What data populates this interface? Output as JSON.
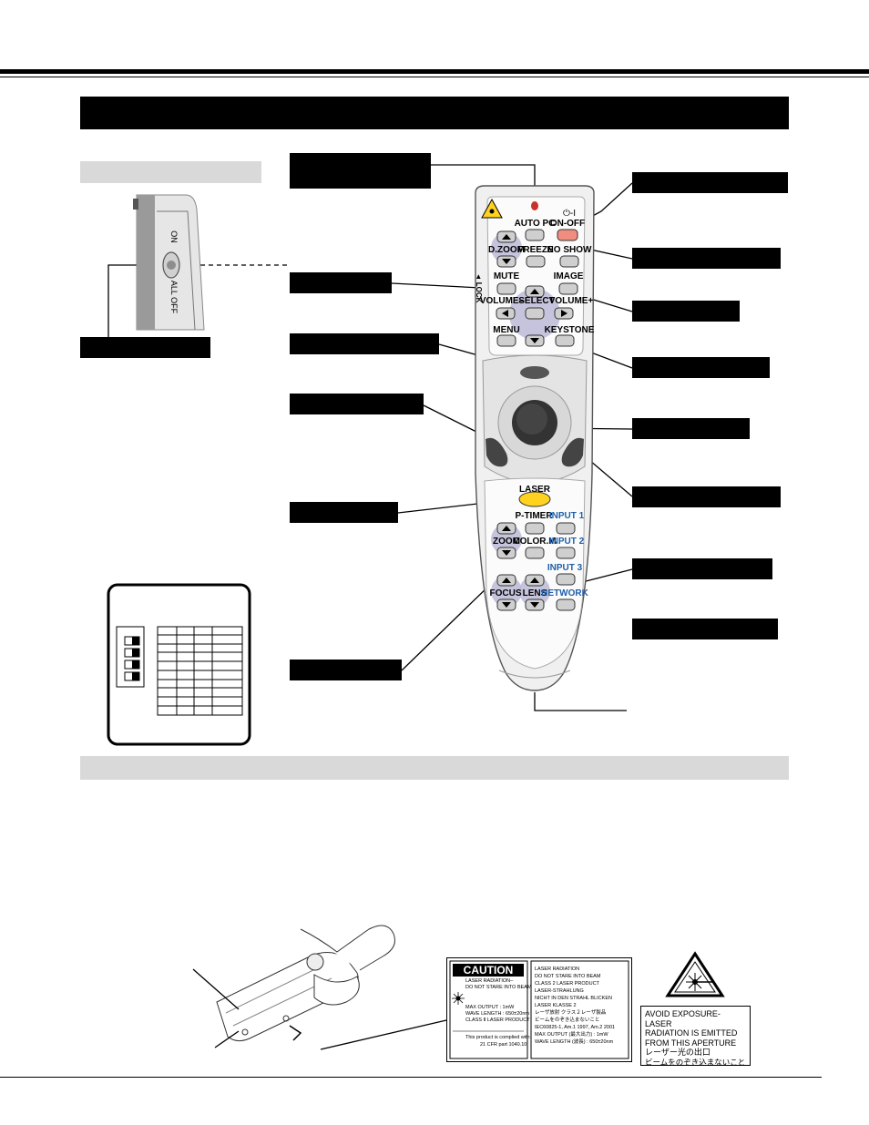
{
  "remote": {
    "buttons": {
      "auto_pc": "AUTO PC",
      "on_off": "ON-OFF",
      "power_symbol": "⏻-I",
      "d_zoom": "D.ZOOM",
      "freeze": "FREEZE",
      "no_show": "NO SHOW",
      "mute": "MUTE",
      "image": "IMAGE",
      "volume_minus": "VOLUME–",
      "select": "SELECT",
      "volume_plus": "VOLUME+",
      "menu": "MENU",
      "keystone": "KEYSTONE",
      "laser": "LASER",
      "p_timer": "P-TIMER",
      "input1": "INPUT 1",
      "zoom": "ZOOM",
      "color_m": "COLOR.M",
      "input2": "INPUT 2",
      "input3": "INPUT 3",
      "focus": "FOCUS",
      "lens": "LENS",
      "network": "NETWORK"
    },
    "side_label": "◄ LOCK"
  },
  "side_switch": {
    "on_label": "ON",
    "all_off_label": "ALL OFF"
  },
  "laser_label": {
    "caution": "CAUTION",
    "left_lines": [
      "LASER RADIATION–",
      "DO NOT STARE INTO BEAM"
    ],
    "left_specs": [
      "MAX OUTPUT : 1mW",
      "WAVE LENGTH : 650±20nm",
      "CLASS Ⅱ LASER PRODUCT"
    ],
    "left_compliance": [
      "This product is complied with",
      "21 CFR part 1040.10"
    ],
    "right_lines": [
      "LASER RADIATION",
      "DO NOT STARE INTO BEAM",
      "CLASS 2 LASER PRODUCT",
      "LASER-STRAHLUNG",
      "NICHT IN DEN STRAHL BLICKEN",
      "LASER KLASSE 2",
      "レーザ放射 クラス２レーザ製品",
      "ビームをのぞき込まないこと",
      "IEC60825-1, Am.1 1997, Am.2 2001",
      "MAX OUTPUT (最大出力) : 1mW",
      "WAVE LENGTH (波長) : 650±20nm"
    ]
  },
  "aperture_label": {
    "lines": [
      "AVOID EXPOSURE-LASER",
      "RADIATION IS EMITTED",
      "FROM THIS APERTURE",
      "レーザー光の出口",
      "ビームをのぞき込まないこと"
    ]
  },
  "colors": {
    "grey_band": "#d9d9d9",
    "remote_body": "#f0f0f0",
    "remote_button": "#cfcfcf",
    "on_off_button": "#f08c80",
    "laser_button": "#ffd21f",
    "pad_highlight": "#b9b6d6",
    "input_text": "#1f5fa8"
  }
}
